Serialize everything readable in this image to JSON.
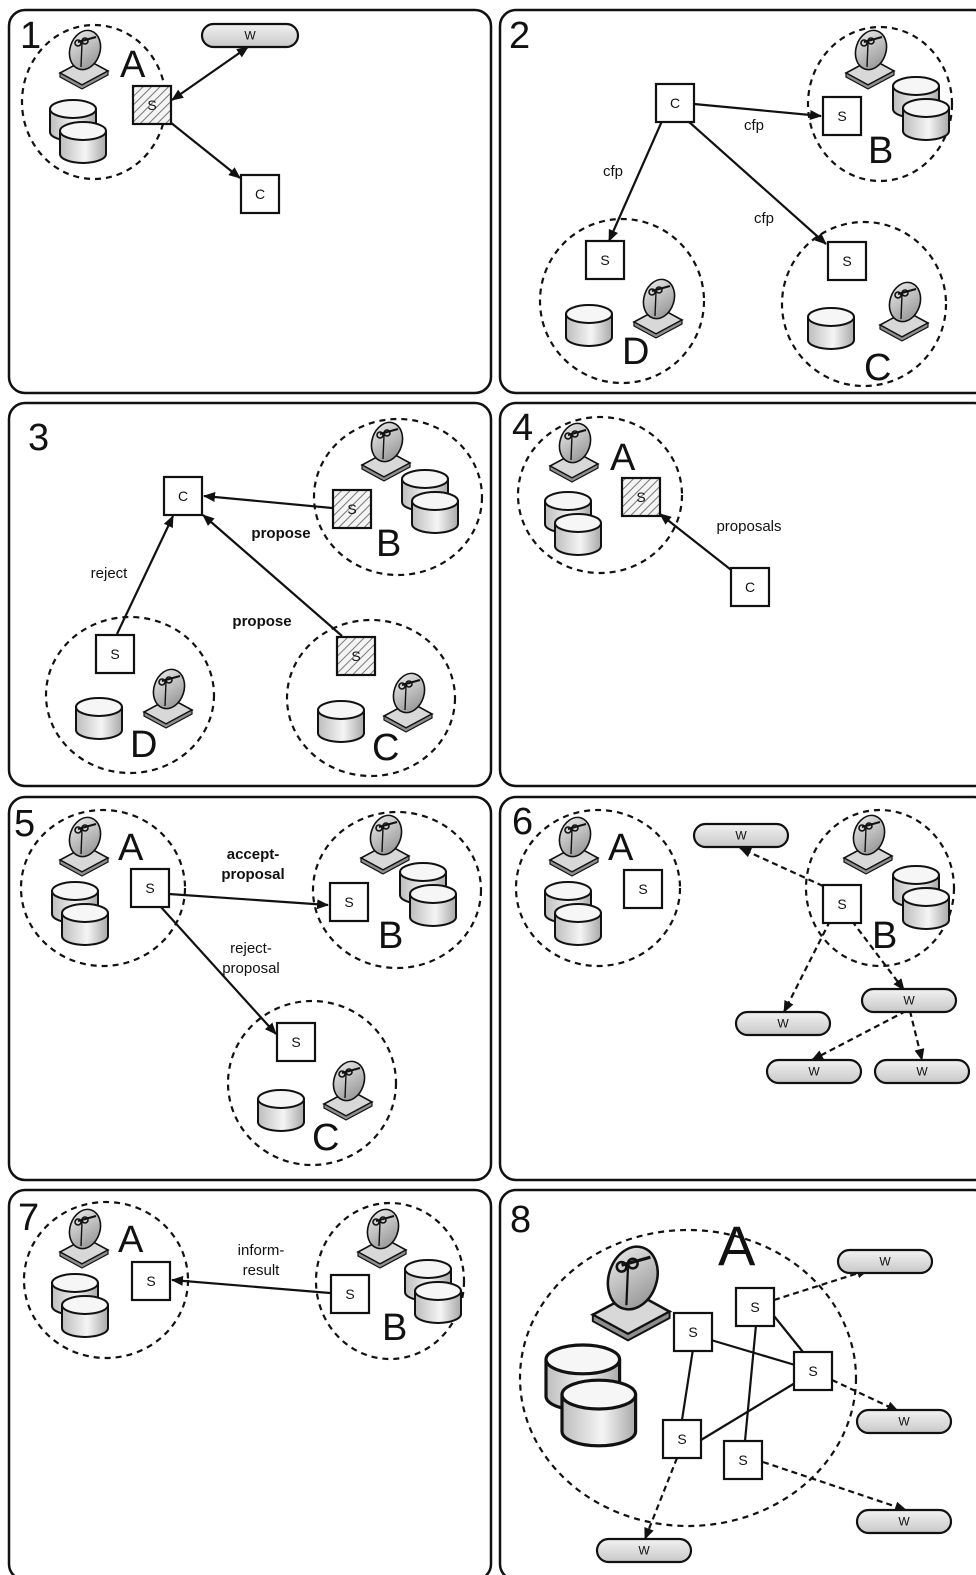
{
  "panels": {
    "p1": {
      "number": "1",
      "site_a": "A",
      "service": "S",
      "client": "C",
      "web_service": "W"
    },
    "p2": {
      "number": "2",
      "client": "C",
      "service_b": "S",
      "service_d": "S",
      "service_c": "S",
      "site_b": "B",
      "site_d": "D",
      "site_c": "C",
      "msg_b": "cfp",
      "msg_d": "cfp",
      "msg_c": "cfp"
    },
    "p3": {
      "number": "3",
      "client": "C",
      "service_b": "S",
      "service_d": "S",
      "service_c": "S",
      "site_b": "B",
      "site_d": "D",
      "site_c": "C",
      "msg_b": "propose",
      "msg_c": "propose",
      "msg_d": "reject"
    },
    "p4": {
      "number": "4",
      "site_a": "A",
      "service": "S",
      "client": "C",
      "msg": "proposals"
    },
    "p5": {
      "number": "5",
      "site_a": "A",
      "site_b": "B",
      "site_c": "C",
      "service_a": "S",
      "service_b": "S",
      "service_c": "S",
      "msg_accept_1": "accept-",
      "msg_accept_2": "proposal",
      "msg_reject_1": "reject-",
      "msg_reject_2": "proposal"
    },
    "p6": {
      "number": "6",
      "site_a": "A",
      "site_b": "B",
      "service_a": "S",
      "service_b": "S",
      "ws": [
        "W",
        "W",
        "W",
        "W",
        "W"
      ]
    },
    "p7": {
      "number": "7",
      "site_a": "A",
      "site_b": "B",
      "service_a": "S",
      "service_b": "S",
      "msg_1": "inform-",
      "msg_2": "result"
    },
    "p8": {
      "number": "8",
      "site_a": "A",
      "services": [
        "S",
        "S",
        "S",
        "S",
        "S"
      ],
      "ws": [
        "W",
        "W",
        "W",
        "W"
      ]
    }
  },
  "colors": {
    "hatch": "#888888",
    "ws_fill": "#d9d9d9",
    "line": "#111111"
  }
}
